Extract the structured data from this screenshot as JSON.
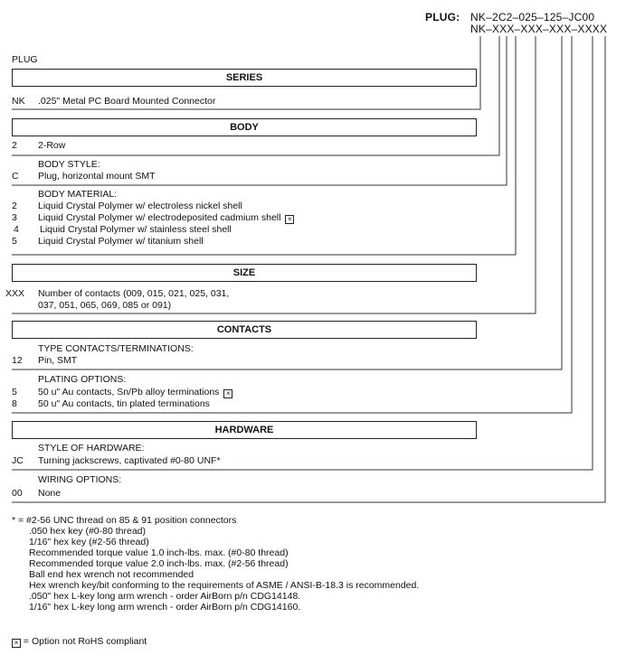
{
  "part_number": {
    "label": "PLUG:",
    "example": "NK–2C2–025–125–JC00",
    "template": "NK–XXX–XXX–XXX–XXXX"
  },
  "type_label": "PLUG",
  "sections": {
    "series": {
      "header": "SERIES",
      "code": "NK",
      "desc": ".025\" Metal PC Board Mounted Connector"
    },
    "body": {
      "header": "BODY",
      "rows": {
        "code": "2",
        "desc": "2-Row"
      },
      "style_title": "BODY STYLE:",
      "style": {
        "code": "C",
        "desc": "Plug, horizontal mount SMT"
      },
      "material_title": "BODY MATERIAL:",
      "materials": [
        {
          "code": "2",
          "desc": "Liquid Crystal Polymer w/ electroless nickel shell"
        },
        {
          "code": "3",
          "desc": "Liquid Crystal Polymer w/ electrodeposited  cadmium shell"
        },
        {
          "code": "4",
          "desc": "Liquid Crystal Polymer w/ stainless steel shell"
        },
        {
          "code": "5",
          "desc": "Liquid Crystal Polymer w/ titanium shell"
        }
      ]
    },
    "size": {
      "header": "SIZE",
      "code": "XXX",
      "desc_line1": "Number of contacts (009, 015, 021, 025, 031,",
      "desc_line2": "037, 051, 065, 069, 085 or 091)"
    },
    "contacts": {
      "header": "CONTACTS",
      "type_title": "TYPE CONTACTS/TERMINATIONS:",
      "type": {
        "code": "12",
        "desc": "Pin, SMT"
      },
      "plating_title": "PLATING OPTIONS:",
      "plating": [
        {
          "code": "5",
          "desc": "50 u\" Au contacts, Sn/Pb alloy terminations"
        },
        {
          "code": "8",
          "desc": "50 u\" Au contacts, tin plated terminations"
        }
      ]
    },
    "hardware": {
      "header": "HARDWARE",
      "style_title": "STYLE OF HARDWARE:",
      "style": {
        "code": "JC",
        "desc": "Turning jackscrews, captivated #0-80 UNF*"
      },
      "wiring_title": "WIRING OPTIONS:",
      "wiring": {
        "code": "00",
        "desc": "None"
      }
    }
  },
  "notes": [
    "* = #2-56 UNC thread on 85 & 91 position connectors",
    ".050 hex key (#0-80 thread)",
    "1/16\" hex key (#2-56 thread)",
    "Recommended torque value 1.0 inch-lbs. max. (#0-80 thread)",
    "Recommended torque value 2.0 inch-lbs. max. (#2-56 thread)",
    "Ball end hex wrench not recommended",
    "Hex wrench key/bit conforming to the requirements of ASME / ANSI-B-18.3 is recommended.",
    ".050\" hex L-key long arm wrench - order AirBorn p/n CDG14148.",
    "1/16\" hex L-key long arm wrench - order AirBorn p/n CDG14160."
  ],
  "legend": {
    "symbol": "☒",
    "text": "= Option not RoHS compliant"
  },
  "colors": {
    "ink": "#111111",
    "line": "#222222",
    "background": "#ffffff"
  }
}
